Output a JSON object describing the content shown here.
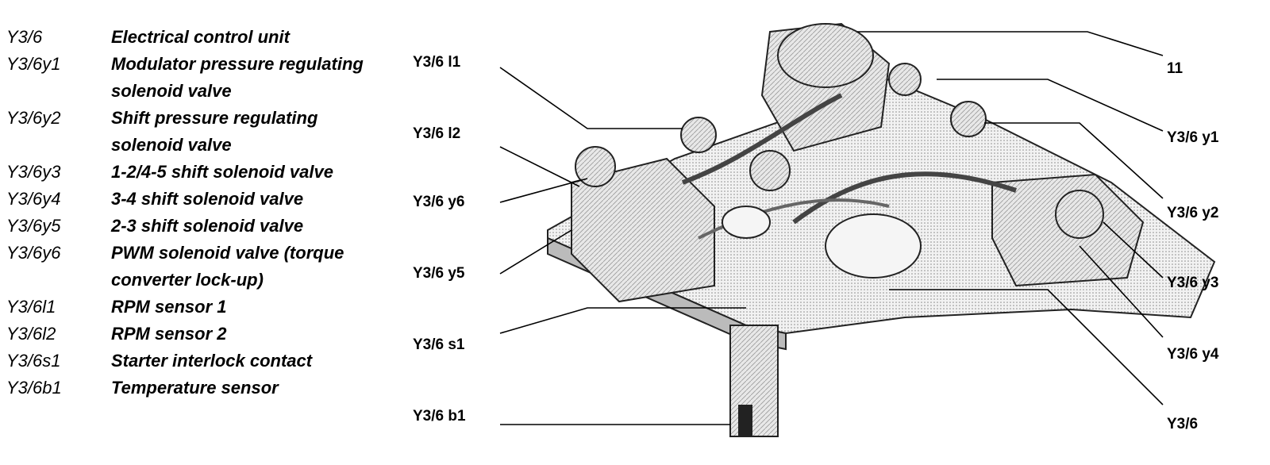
{
  "legend": [
    {
      "code": "Y3/6",
      "lines": [
        "Electrical control unit"
      ]
    },
    {
      "code": "Y3/6y1",
      "lines": [
        "Modulator pressure regulating",
        "solenoid valve"
      ]
    },
    {
      "code": "Y3/6y2",
      "lines": [
        "Shift pressure regulating",
        "solenoid valve"
      ]
    },
    {
      "code": "Y3/6y3",
      "lines": [
        "1-2/4-5 shift solenoid valve"
      ]
    },
    {
      "code": "Y3/6y4",
      "lines": [
        "3-4 shift solenoid valve"
      ]
    },
    {
      "code": "Y3/6y5",
      "lines": [
        "2-3 shift solenoid valve"
      ]
    },
    {
      "code": "Y3/6y6",
      "lines": [
        "PWM solenoid valve (torque",
        "converter lock-up)"
      ]
    },
    {
      "code": "Y3/6l1",
      "lines": [
        "RPM sensor 1"
      ]
    },
    {
      "code": "Y3/6l2",
      "lines": [
        "RPM sensor 2"
      ]
    },
    {
      "code": "Y3/6s1",
      "lines": [
        "Starter interlock contact"
      ]
    },
    {
      "code": "Y3/6b1",
      "lines": [
        "Temperature sensor"
      ]
    }
  ],
  "callouts": {
    "l1": "Y3/6  l1",
    "l2": "Y3/6  l2",
    "y6": "Y3/6  y6",
    "y5": "Y3/6  y5",
    "s1": "Y3/6  s1",
    "b1": "Y3/6  b1",
    "n11": "11",
    "y1": "Y3/6  y1",
    "y2": "Y3/6  y2",
    "y3": "Y3/6  y3",
    "y4": "Y3/6  y4",
    "main": "Y3/6"
  }
}
